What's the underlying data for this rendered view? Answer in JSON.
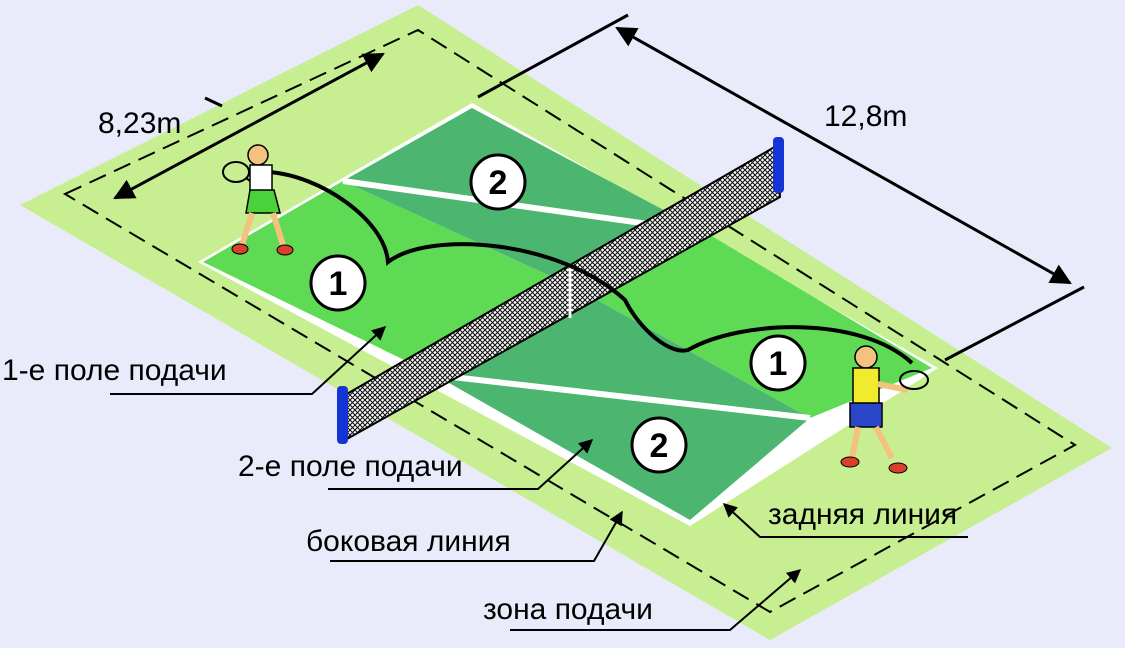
{
  "dimensions": {
    "width": "8,23m",
    "length": "12,8m"
  },
  "zone_numbers": {
    "first": "1",
    "second": "2"
  },
  "labels": {
    "first_service_court": "1-е поле подачи",
    "second_service_court": "2-е поле подачи",
    "side_line": "боковая линия",
    "back_line": "задняя линия",
    "service_zone": "зона подачи"
  },
  "colors": {
    "background": "#e9ebfa",
    "outer_zone": "#c7ef91",
    "court_light": "#66dd55",
    "court_dark": "#4cb671",
    "net_post": "#1534d6"
  }
}
